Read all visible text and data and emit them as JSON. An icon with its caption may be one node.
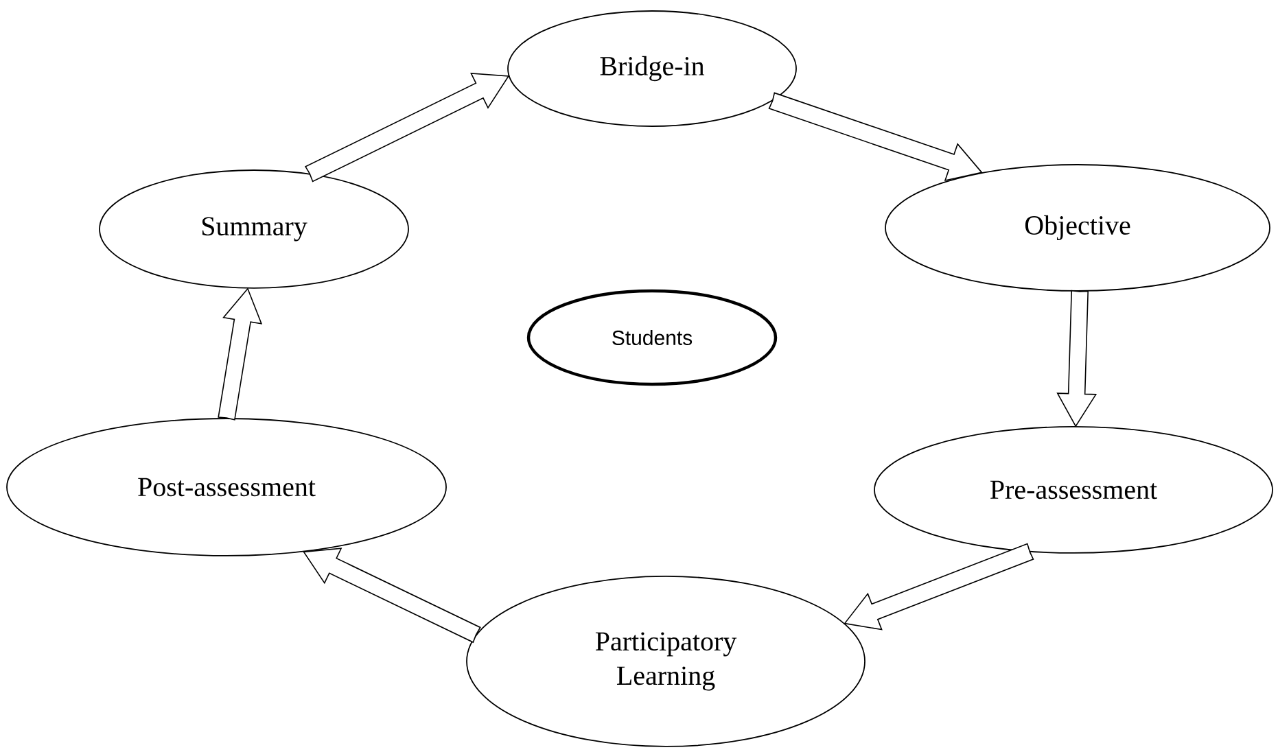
{
  "diagram": {
    "nodes": [
      {
        "text": [
          "Bridge-in"
        ]
      },
      {
        "text": [
          "Objective"
        ]
      },
      {
        "text": [
          "Pre-assessment"
        ]
      },
      {
        "text": [
          "Participatory Learning"
        ]
      },
      {
        "text": [
          "Post-assessment"
        ]
      },
      {
        "text": [
          "Summary"
        ]
      },
      {
        "text": [
          "Students"
        ]
      }
    ],
    "edges": [
      {
        "from": 5,
        "to": 0,
        "arrow": "to"
      },
      {
        "from": 0,
        "to": 1,
        "arrow": "to"
      },
      {
        "from": 1,
        "to": 2,
        "arrow": "to"
      },
      {
        "from": 2,
        "to": 3,
        "arrow": "to"
      },
      {
        "from": 3,
        "to": 4,
        "arrow": "to"
      },
      {
        "from": 4,
        "to": 5,
        "arrow": "to"
      }
    ]
  }
}
